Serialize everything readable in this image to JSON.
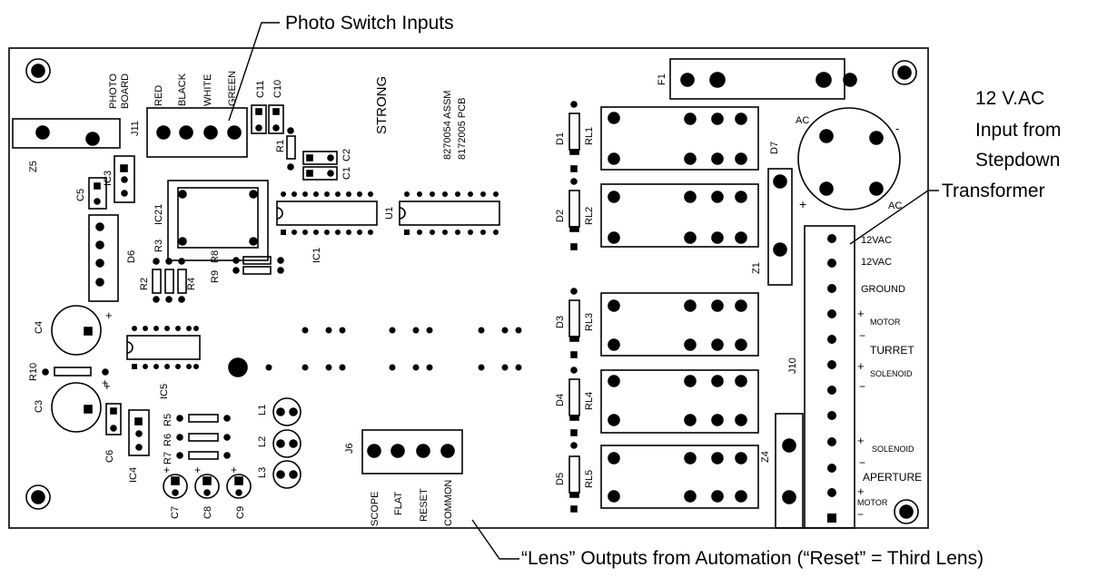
{
  "callouts": {
    "photo_switch": "Photo Switch Inputs",
    "ac_input": [
      "12 V.AC",
      "Input  from",
      "Stepdown",
      "Transformer"
    ],
    "lens_outputs": "“Lens” Outputs from Automation (“Reset” = Third Lens)"
  },
  "board": {
    "brand": "STRONG",
    "assy": "8270054 ASSM",
    "pcb": "8172005 PCB",
    "photo_board": [
      "PHOTO",
      "BOARD"
    ],
    "j11_wires": [
      "RED",
      "BLACK",
      "WHITE",
      "GREEN"
    ],
    "j6_pins": [
      "SCOPE",
      "FLAT",
      "RESET",
      "COMMON"
    ],
    "j10_labels": [
      "12VAC",
      "12VAC",
      "GROUND",
      "+",
      "MOTOR",
      "−",
      "TURRET",
      "+",
      "SOLENOID",
      "−",
      "+",
      "SOLENOID",
      "−",
      "APERTURE",
      "+",
      "MOTOR",
      "−"
    ],
    "refs": {
      "J11": "J11",
      "Z5": "Z5",
      "IC3": "IC3",
      "C5": "C5",
      "IC21": "IC21",
      "D6": "D6",
      "C11": "C11",
      "C10": "C10",
      "R1": "R1",
      "C2": "C2",
      "C1": "C1",
      "U1": "U1",
      "IC1": "IC1",
      "R3": "R3",
      "R2": "R2",
      "R4": "R4",
      "R9": "R9",
      "R8": "R8",
      "C4": "C4",
      "IC5": "IC5",
      "R10": "R10",
      "C3": "C3",
      "C6": "C6",
      "IC4": "IC4",
      "R5": "R5",
      "R6": "R6",
      "R7": "R7",
      "L1": "L1",
      "L2": "L2",
      "L3": "L3",
      "C7": "C7",
      "C8": "C8",
      "C9": "C9",
      "J6": "J6",
      "F1": "F1",
      "D7": "D7",
      "D1": "D1",
      "RL1": "RL1",
      "D2": "D2",
      "RL2": "RL2",
      "D3": "D3",
      "RL3": "RL3",
      "D4": "D4",
      "RL4": "RL4",
      "D5": "D5",
      "RL5": "RL5",
      "Z1": "Z1",
      "Z4": "Z4",
      "J10": "J10"
    },
    "d7_ac1": "AC",
    "d7_ac2": "AC",
    "d7_plus": "+",
    "d7_minus": "-",
    "pol_plus": "+"
  }
}
